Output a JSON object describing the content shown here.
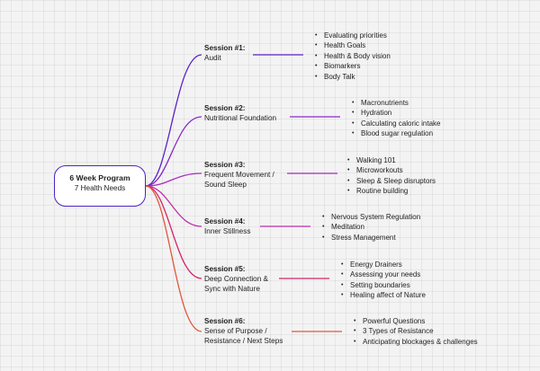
{
  "root": {
    "title": "6 Week Program",
    "subtitle": "7 Health Needs"
  },
  "sessions": [
    {
      "title": "Session #1:",
      "subtitle_lines": [
        "Audit"
      ],
      "color": "#5b21c9",
      "items": [
        "Evaluating priorities",
        "Health Goals",
        "Health & Body vision",
        "Biomarkers",
        "Body Talk"
      ]
    },
    {
      "title": "Session #2:",
      "subtitle_lines": [
        "Nutritional Foundation"
      ],
      "color": "#8a27c9",
      "items": [
        "Macronutrients",
        "Hydration",
        "Calculating caloric intake",
        "Blood sugar regulation"
      ]
    },
    {
      "title": "Session #3:",
      "subtitle_lines": [
        "Frequent Movement /",
        "Sound Sleep"
      ],
      "color": "#a92cc0",
      "items": [
        "Walking 101",
        "Microworkouts",
        "Sleep & Sleep disruptors",
        "Routine building"
      ]
    },
    {
      "title": "Session #4:",
      "subtitle_lines": [
        "Inner Stillness"
      ],
      "color": "#c22fae",
      "items": [
        "Nervous System Regulation",
        "Meditation",
        "Stress Management"
      ]
    },
    {
      "title": "Session #5:",
      "subtitle_lines": [
        "Deep Connection &",
        "Sync with Nature"
      ],
      "color": "#d7246a",
      "items": [
        "Energy Drainers",
        "Assessing your needs",
        "Setting boundaries",
        "Healing affect of Nature"
      ]
    },
    {
      "title": "Session #6:",
      "subtitle_lines": [
        "Sense of Purpose /",
        "Resistance / Next Steps"
      ],
      "color": "#e0573a",
      "items": [
        "Powerful Questions",
        "3 Types of Resistance",
        "Anticipating blockages & challenges"
      ]
    }
  ]
}
